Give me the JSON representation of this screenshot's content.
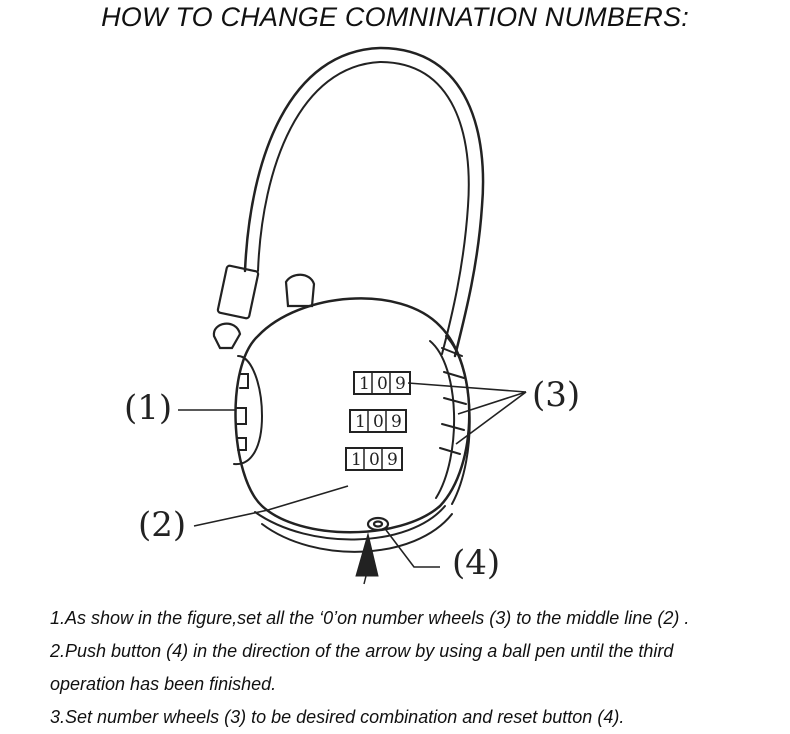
{
  "title": "HOW TO CHANGE COMNINATION NUMBERS:",
  "callouts": {
    "label1": "(1)",
    "label2": "(2)",
    "label3": "(3)",
    "label4": "(4)"
  },
  "wheels": [
    {
      "left": "1",
      "middle": "0",
      "right": "9"
    },
    {
      "left": "1",
      "middle": "0",
      "right": "9"
    },
    {
      "left": "1",
      "middle": "0",
      "right": "9"
    }
  ],
  "instructions": [
    "1.As show in the figure,set all the ‘0’on number wheels (3) to the middle line (2) .",
    "2.Push button (4) in the direction of the arrow by using a ball pen until the third",
    "operation has been finished.",
    "3.Set number wheels (3) to be desired combination and reset button (4)."
  ],
  "icons": [
    "padlock-illustration",
    "push-arrow-icon"
  ]
}
